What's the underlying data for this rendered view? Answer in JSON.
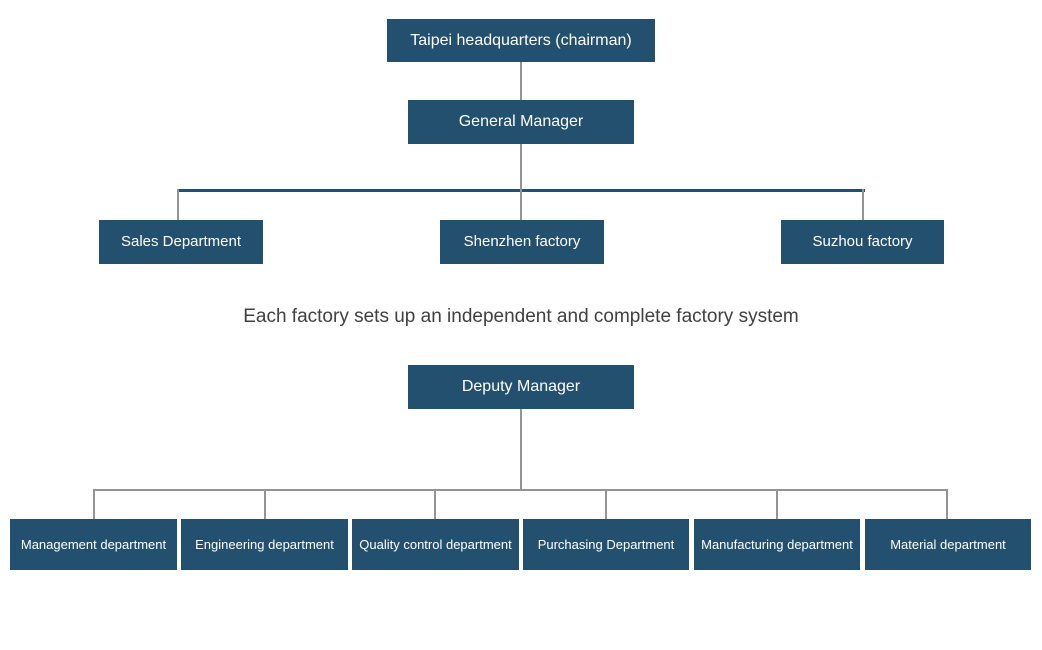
{
  "diagram": {
    "title_note": "Organizational chart",
    "colors": {
      "node_fill": "#24506F",
      "node_text": "#FFFFFF",
      "connector_gray": "#949494",
      "connector_accent": "#24506F",
      "caption_text": "#404040",
      "background": "#FFFFFF"
    },
    "nodes": {
      "headquarters": "Taipei headquarters (chairman)",
      "general_manager": "General Manager",
      "sales_department": "Sales Department",
      "shenzhen_factory": "Shenzhen factory",
      "suzhou_factory": "Suzhou factory",
      "deputy_manager": "Deputy Manager",
      "management_department": "Management department",
      "engineering_department": "Engineering department",
      "quality_control_department": "Quality control department",
      "purchasing_department": "Purchasing Department",
      "manufacturing_department": "Manufacturing department",
      "material_department": "Material department"
    },
    "caption": "Each factory sets up an independent and complete factory system"
  }
}
